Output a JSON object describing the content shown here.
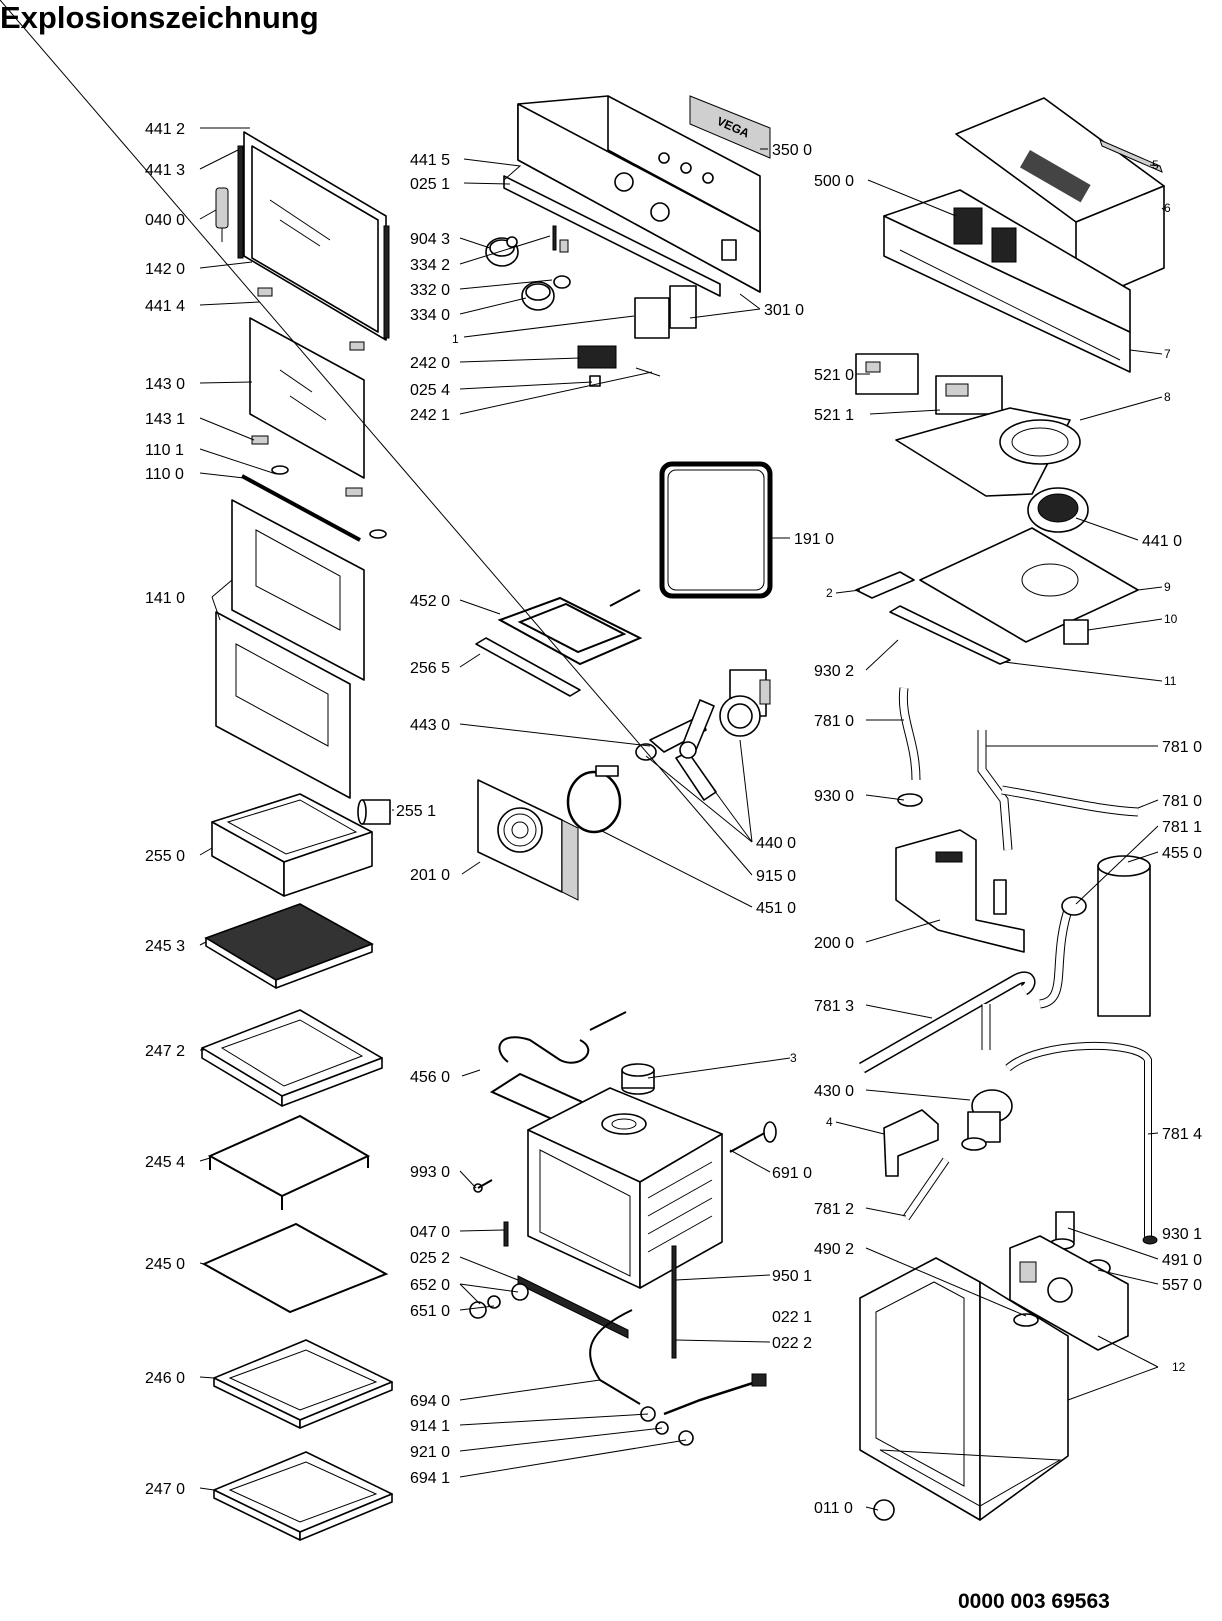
{
  "title": "Explosionszeichnung",
  "document_number": "0000 003 69563",
  "logo_text": "VEGA",
  "labels": [
    {
      "id": "l4412",
      "text": "441 2"
    },
    {
      "id": "l4413",
      "text": "441 3"
    },
    {
      "id": "l0400",
      "text": "040 0"
    },
    {
      "id": "l1420",
      "text": "142 0"
    },
    {
      "id": "l4414",
      "text": "441 4"
    },
    {
      "id": "l1430",
      "text": "143 0"
    },
    {
      "id": "l1431",
      "text": "143 1"
    },
    {
      "id": "l1101",
      "text": "110 1"
    },
    {
      "id": "l1100",
      "text": "110 0"
    },
    {
      "id": "l1410",
      "text": "141 0"
    },
    {
      "id": "l2550",
      "text": "255 0"
    },
    {
      "id": "l2453",
      "text": "245 3"
    },
    {
      "id": "l2472",
      "text": "247 2"
    },
    {
      "id": "l2454",
      "text": "245 4"
    },
    {
      "id": "l2450",
      "text": "245 0"
    },
    {
      "id": "l2460",
      "text": "246 0"
    },
    {
      "id": "l2470",
      "text": "247 0"
    },
    {
      "id": "l4415",
      "text": "441 5"
    },
    {
      "id": "l0251",
      "text": "025 1"
    },
    {
      "id": "l9043",
      "text": "904 3"
    },
    {
      "id": "l3342",
      "text": "334 2"
    },
    {
      "id": "l3320",
      "text": "332 0"
    },
    {
      "id": "l3340",
      "text": "334 0"
    },
    {
      "id": "l1",
      "text": "1"
    },
    {
      "id": "l2420",
      "text": "242 0"
    },
    {
      "id": "l0254",
      "text": "025 4"
    },
    {
      "id": "l2421",
      "text": "242 1"
    },
    {
      "id": "l4520",
      "text": "452 0"
    },
    {
      "id": "l2565",
      "text": "256 5"
    },
    {
      "id": "l4430",
      "text": "443 0"
    },
    {
      "id": "l2551",
      "text": "255 1"
    },
    {
      "id": "l2010",
      "text": "201 0"
    },
    {
      "id": "l3500",
      "text": "350 0"
    },
    {
      "id": "l5000",
      "text": "500 0"
    },
    {
      "id": "l3010",
      "text": "301 0"
    },
    {
      "id": "l1910",
      "text": "191 0"
    },
    {
      "id": "l4400",
      "text": "440 0"
    },
    {
      "id": "l9150",
      "text": "915 0"
    },
    {
      "id": "l4510",
      "text": "451 0"
    },
    {
      "id": "l5",
      "text": "5"
    },
    {
      "id": "l6",
      "text": "6"
    },
    {
      "id": "l7",
      "text": "7"
    },
    {
      "id": "l5210",
      "text": "521 0"
    },
    {
      "id": "l5211",
      "text": "521 1"
    },
    {
      "id": "l8",
      "text": "8"
    },
    {
      "id": "l4410",
      "text": "441 0"
    },
    {
      "id": "l2",
      "text": "2"
    },
    {
      "id": "l9",
      "text": "9"
    },
    {
      "id": "l10",
      "text": "10"
    },
    {
      "id": "l9302",
      "text": "930 2"
    },
    {
      "id": "l11",
      "text": "11"
    },
    {
      "id": "l7810a",
      "text": "781 0"
    },
    {
      "id": "l7810b",
      "text": "781 0"
    },
    {
      "id": "l9300",
      "text": "930 0"
    },
    {
      "id": "l7810c",
      "text": "781 0"
    },
    {
      "id": "l7811",
      "text": "781 1"
    },
    {
      "id": "l4550",
      "text": "455 0"
    },
    {
      "id": "l2000",
      "text": "200 0"
    },
    {
      "id": "l7813",
      "text": "781 3"
    },
    {
      "id": "l3",
      "text": "3"
    },
    {
      "id": "l4560",
      "text": "456 0"
    },
    {
      "id": "l4300",
      "text": "430 0"
    },
    {
      "id": "l4",
      "text": "4"
    },
    {
      "id": "l7814",
      "text": "781 4"
    },
    {
      "id": "l9930",
      "text": "993 0"
    },
    {
      "id": "l6910",
      "text": "691 0"
    },
    {
      "id": "l7812",
      "text": "781 2"
    },
    {
      "id": "l0470",
      "text": "047 0"
    },
    {
      "id": "l0252",
      "text": "025 2"
    },
    {
      "id": "l6520",
      "text": "652 0"
    },
    {
      "id": "l6510",
      "text": "651 0"
    },
    {
      "id": "l9501",
      "text": "950 1"
    },
    {
      "id": "l4902",
      "text": "490 2"
    },
    {
      "id": "l9301",
      "text": "930 1"
    },
    {
      "id": "l4910",
      "text": "491 0"
    },
    {
      "id": "l5570",
      "text": "557 0"
    },
    {
      "id": "l0221",
      "text": "022 1"
    },
    {
      "id": "l0222",
      "text": "022 2"
    },
    {
      "id": "l12",
      "text": "12"
    },
    {
      "id": "l6940",
      "text": "694 0"
    },
    {
      "id": "l9141",
      "text": "914 1"
    },
    {
      "id": "l9210",
      "text": "921 0"
    },
    {
      "id": "l6941",
      "text": "694 1"
    },
    {
      "id": "l0110",
      "text": "011 0"
    }
  ]
}
